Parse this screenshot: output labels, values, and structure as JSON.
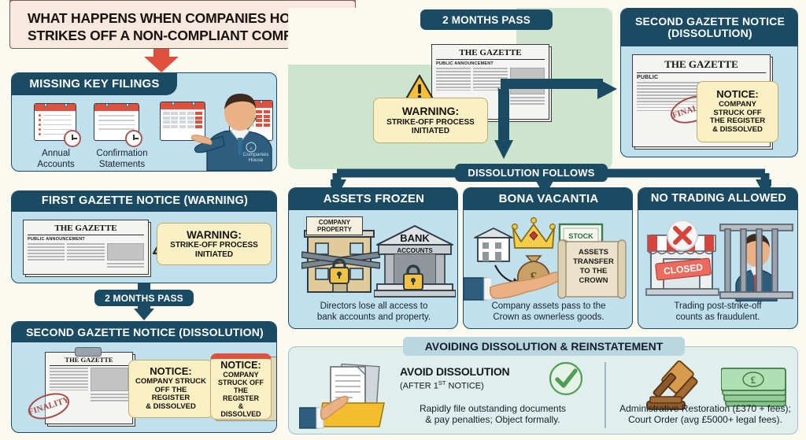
{
  "title": {
    "line1": "WHAT HAPPENS WHEN COMPANIES HOUSE",
    "line2": "STRIKES OFF A NON-COMPLIANT COMPANY?",
    "accent_color": "#e0503f",
    "card_color": "#f9e8dd"
  },
  "colors": {
    "page_background": "#fbfaf0",
    "panel_header": "#1b4a63",
    "panel_body": "#bfe0ec",
    "green_panel": "#cce5cc",
    "bottom_panel": "#e0eeee",
    "callout": "#fbf0c4",
    "red": "#e0503f",
    "green_check": "#4f9e55"
  },
  "left_column": {
    "missing_filings": {
      "header": "MISSING KEY FILINGS",
      "label_1": "Annual\nAccounts",
      "label_1_lines": [
        "Annual",
        "Accounts"
      ],
      "label_2_lines": [
        "Confirmation",
        "Statements"
      ],
      "badge_lines": [
        "Companies",
        "House"
      ]
    },
    "first_gazette": {
      "header": "FIRST GAZETTE NOTICE (WARNING)",
      "paper_masthead": "THE GAZETTE",
      "paper_sub": "PUBLIC ANNOUNCEMENT",
      "callout_title": "WARNING:",
      "callout_lines": [
        "STRIKE-OFF PROCESS",
        "INITIATED"
      ],
      "warning_icon": "warning-triangle-icon"
    },
    "connector_pill": "2 MONTHS PASS",
    "second_gazette": {
      "header": "SECOND GAZETTE NOTICE (DISSOLUTION)",
      "paper_masthead": "THE GAZETTE",
      "stamp_text": "FINALITY",
      "callout_title": "NOTICE:",
      "callout_lines": [
        "COMPANY STRUCK",
        "OFF THE REGISTER",
        "& DISSOLVED"
      ],
      "callout2_title": "NOTICE:",
      "callout2_lines": [
        "COMPANY",
        "STRUCK OFF",
        "THE REGISTER",
        "& DISSOLVED"
      ]
    }
  },
  "top_right": {
    "months_pill": "2 MONTHS PASS",
    "gazette_masthead": "THE GAZETTE",
    "gazette_sub": "PUBLIC ANNOUNCEMENT",
    "warning_title": "WARNING:",
    "warning_lines": [
      "STRIKE-OFF PROCESS",
      "INITIATED"
    ],
    "second_notice": {
      "header_line1": "SECOND GAZETTE NOTICE",
      "header_line2": "(DISSOLUTION)",
      "paper_masthead": "THE GAZETTE",
      "paper_sub": "PUBLIC",
      "stamp_text": "FINALITY",
      "callout_title": "NOTICE:",
      "callout_lines": [
        "COMPANY",
        "STRUCK OFF",
        "THE REGISTER",
        "& DISSOLVED"
      ]
    }
  },
  "dissolution_banner": "DISSOLUTION FOLLOWS",
  "consequences": [
    {
      "header": "ASSETS FROZEN",
      "art_labels": [
        "COMPANY",
        "PROPERTY",
        "BANK",
        "ACCOUNTS"
      ],
      "caption_lines": [
        "Directors lose all access to",
        "bank accounts and property."
      ]
    },
    {
      "header": "BONA VACANTIA",
      "scroll_lines": [
        "ASSETS",
        "TRANSFER",
        "TO THE",
        "CROWN"
      ],
      "stock_label": "STOCK",
      "caption_lines": [
        "Company assets pass to the",
        "Crown as ownerless goods."
      ]
    },
    {
      "header": "NO TRADING ALLOWED",
      "shop_sign": "CLOSED",
      "caption_lines": [
        "Trading post-strike-off",
        "counts as fraudulent."
      ]
    }
  ],
  "bottom": {
    "banner": "AVOIDING DISSOLUTION & REINSTATEMENT",
    "left": {
      "heading": "AVOID DISSOLUTION",
      "subheading": "(AFTER 1ST NOTICE)",
      "subheading_sup": "ST",
      "check_icon": "check-circle-icon",
      "body_lines": [
        "Rapidly file outstanding documents",
        "& pay penalties; Object formally."
      ]
    },
    "right": {
      "gavel_icon": "gavel-icon",
      "money_icon": "money-stack-icon",
      "body_lines": [
        "Administrative Restoration (£370 + fees);",
        "Court Order (avg £5000+ legal fees)."
      ]
    }
  }
}
